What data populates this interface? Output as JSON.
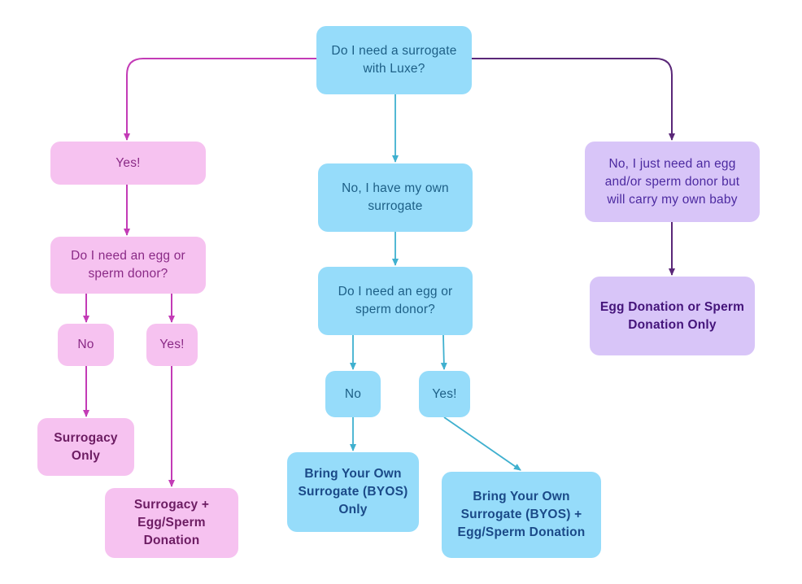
{
  "colors": {
    "pink_fill": "#f6c2f0",
    "pink_line": "#c33bb6",
    "blue_fill": "#96dcfa",
    "blue_line": "#3fb0cf",
    "purple_fill": "#d8c5f8",
    "purple_line": "#5a2778"
  },
  "nodes": {
    "root": "Do I need a surrogate\nwith Luxe?",
    "left": {
      "yes": "Yes!",
      "question": "Do I need an egg or\nsperm donor?",
      "no": "No",
      "yes2": "Yes!",
      "result_no": "Surrogacy\nOnly",
      "result_yes": "Surrogacy +\nEgg/Sperm\nDonation"
    },
    "middle": {
      "own": "No, I have my own\nsurrogate",
      "question": "Do I need an egg or\nsperm donor?",
      "no": "No",
      "yes": "Yes!",
      "result_no": "Bring Your Own\nSurrogate (BYOS)\nOnly",
      "result_yes": "Bring Your Own\nSurrogate (BYOS) +\nEgg/Sperm Donation"
    },
    "right": {
      "donor": "No, I just need an egg\nand/or sperm donor but\nwill carry my own baby",
      "result": "Egg Donation or Sperm\nDonation Only"
    }
  }
}
